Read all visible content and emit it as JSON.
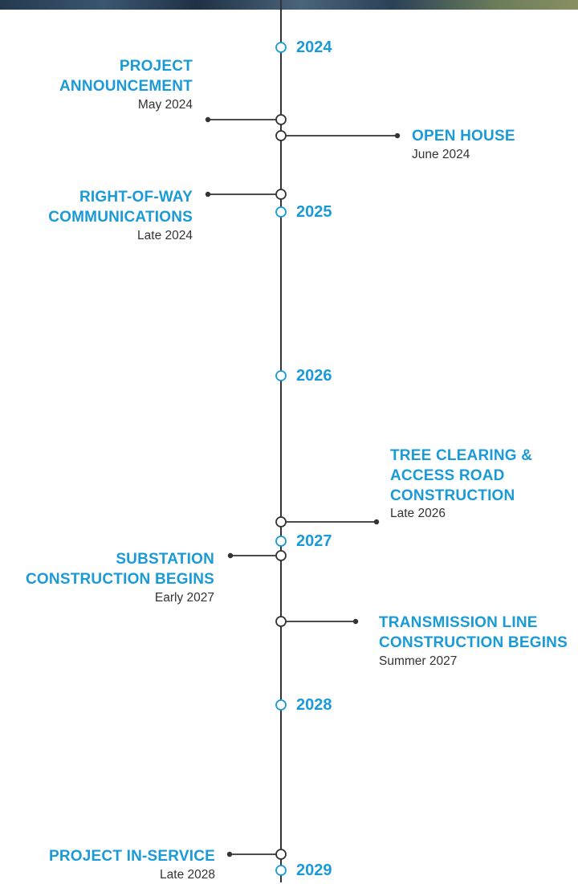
{
  "colors": {
    "accent": "#1a9ad7",
    "line": "#333333",
    "text": "#333333"
  },
  "years": [
    {
      "id": "y2024",
      "label": "2024"
    },
    {
      "id": "y2025",
      "label": "2025"
    },
    {
      "id": "y2026",
      "label": "2026"
    },
    {
      "id": "y2027",
      "label": "2027"
    },
    {
      "id": "y2028",
      "label": "2028"
    },
    {
      "id": "y2029",
      "label": "2029"
    }
  ],
  "events": [
    {
      "id": "project-announcement",
      "side": "left",
      "title": "PROJECT\nANNOUNCEMENT",
      "date": "May 2024"
    },
    {
      "id": "open-house",
      "side": "right",
      "title": "OPEN HOUSE",
      "date": "June 2024"
    },
    {
      "id": "right-of-way-communications",
      "side": "left",
      "title": "RIGHT-OF-WAY\nCOMMUNICATIONS",
      "date": "Late 2024"
    },
    {
      "id": "tree-clearing-access-road",
      "side": "right",
      "title": "TREE CLEARING &\nACCESS ROAD\nCONSTRUCTION",
      "date": "Late 2026"
    },
    {
      "id": "substation-construction",
      "side": "left",
      "title": "SUBSTATION\nCONSTRUCTION BEGINS",
      "date": "Early 2027"
    },
    {
      "id": "transmission-line-construction",
      "side": "right",
      "title": "TRANSMISSION LINE\nCONSTRUCTION BEGINS",
      "date": "Summer 2027"
    },
    {
      "id": "project-in-service",
      "side": "left",
      "title": "PROJECT IN-SERVICE",
      "date": "Late 2028"
    }
  ]
}
